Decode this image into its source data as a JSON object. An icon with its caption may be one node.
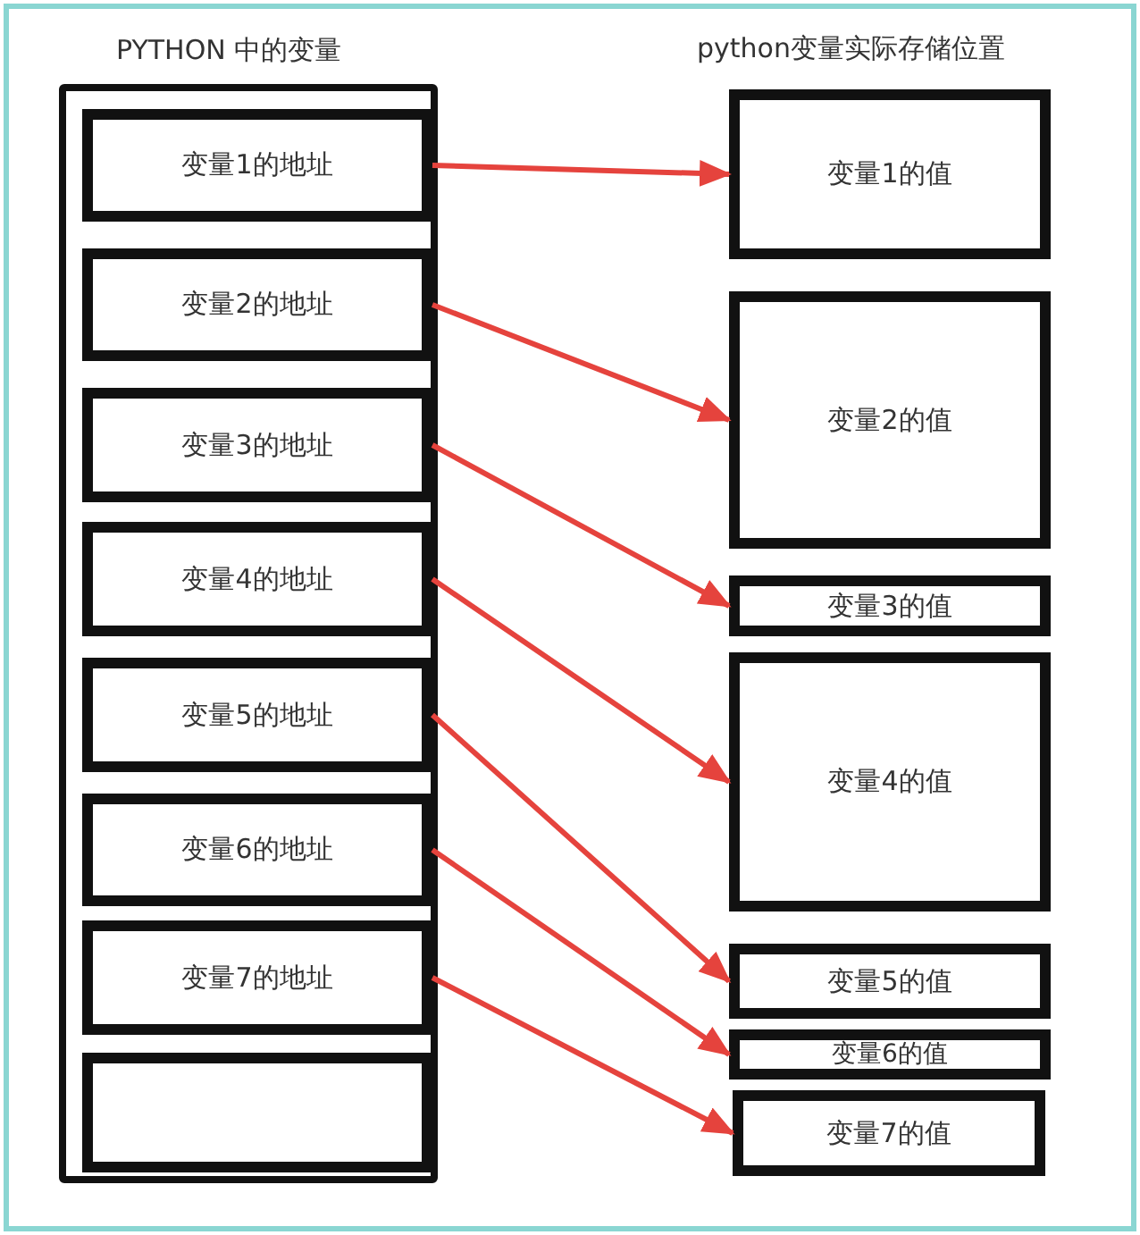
{
  "diagram": {
    "nodes": [
      {
        "text": [
          "PYTHON 中的变量"
        ]
      },
      {
        "text": [
          "变量1的地址"
        ],
        "in": 0
      },
      {
        "text": [
          "变量2的地址"
        ],
        "in": 0
      },
      {
        "text": [
          "变量3的地址"
        ],
        "in": 0
      },
      {
        "text": [
          "变量4的地址"
        ],
        "in": 0
      },
      {
        "text": [
          "变量5的地址"
        ],
        "in": 0
      },
      {
        "text": [
          "变量6的地址"
        ],
        "in": 0
      },
      {
        "text": [
          "变量7的地址"
        ],
        "in": 0
      },
      {
        "text": [],
        "shape": "box",
        "in": 0
      },
      {
        "text": [
          "变量1的值"
        ]
      },
      {
        "text": [
          "变量2的值"
        ]
      },
      {
        "text": [
          "变量3的值"
        ]
      },
      {
        "text": [
          "变量4的值"
        ]
      },
      {
        "text": [
          "变量5的值"
        ]
      },
      {
        "text": [
          "变量6的值"
        ]
      },
      {
        "text": [
          "变量7的值"
        ]
      }
    ],
    "edges": [
      {
        "from": 1,
        "to": 9,
        "arrow": "to"
      },
      {
        "from": 2,
        "to": 10,
        "arrow": "to"
      },
      {
        "from": 3,
        "to": 11,
        "arrow": "to"
      },
      {
        "from": 4,
        "to": 12,
        "arrow": "to"
      },
      {
        "from": 5,
        "to": 13,
        "arrow": "to"
      },
      {
        "from": 6,
        "to": 14,
        "arrow": "to"
      },
      {
        "from": 7,
        "to": 15,
        "arrow": "to"
      }
    ],
    "labels": [
      "python变量实际存储位置"
    ]
  }
}
